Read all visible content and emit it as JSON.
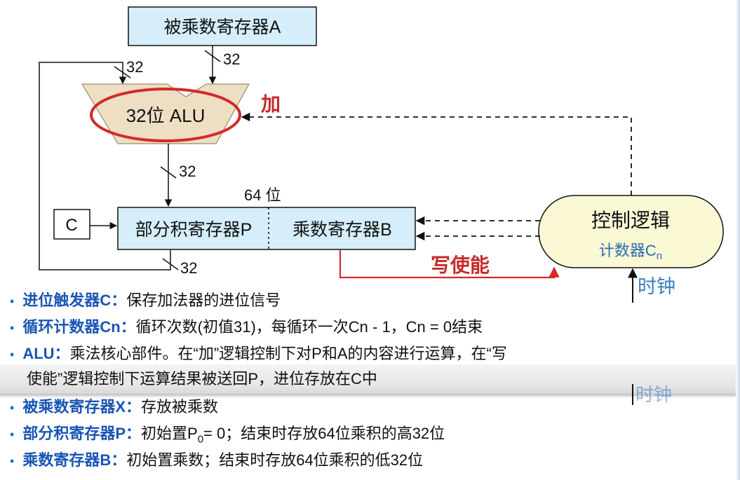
{
  "diagram": {
    "multiplicand_register": "被乘数寄存器A",
    "alu_label": "32位 ALU",
    "add_label": "加",
    "product_width": "64 位",
    "partial_product_register": "部分积寄存器P",
    "multiplier_register": "乘数寄存器B",
    "carry_box": "C",
    "control_logic": "控制逻辑",
    "counter_prefix": "计数器C",
    "counter_sub": "n",
    "write_enable": "写使能",
    "clock": "时钟",
    "clock_faded": "时钟",
    "bus_width": "32"
  },
  "bullets": [
    {
      "term": "进位触发器C：",
      "desc": "保存加法器的进位信号"
    },
    {
      "term": "循环计数器Cn：",
      "desc": "循环次数(初值31)，每循环一次Cn - 1，Cn = 0结束"
    },
    {
      "term": "ALU：",
      "desc": "乘法核心部件。在“加”逻辑控制下对P和A的内容进行运算，在“写"
    },
    {
      "continuation": "使能”逻辑控制下运算结果被送回P，进位存放在C中"
    },
    {
      "term": "被乘数寄存器X：",
      "desc": "存放被乘数"
    },
    {
      "term": "部分积寄存器P：",
      "desc_pre": "初始置P",
      "desc_sub": "0",
      "desc_post": "= 0；结束时存放64位乘积的高32位"
    },
    {
      "term": "乘数寄存器B：",
      "desc": "初始置乘数；结束时存放64位乘积的低32位"
    }
  ],
  "colors": {
    "box_fill": "#d5eef9",
    "alu_fill": "#eedfc4",
    "control_fill": "#fbf8d6",
    "highlight_red": "#d42a2a",
    "term_blue": "#1a55b5",
    "clock_blue": "#3a7fc0"
  }
}
